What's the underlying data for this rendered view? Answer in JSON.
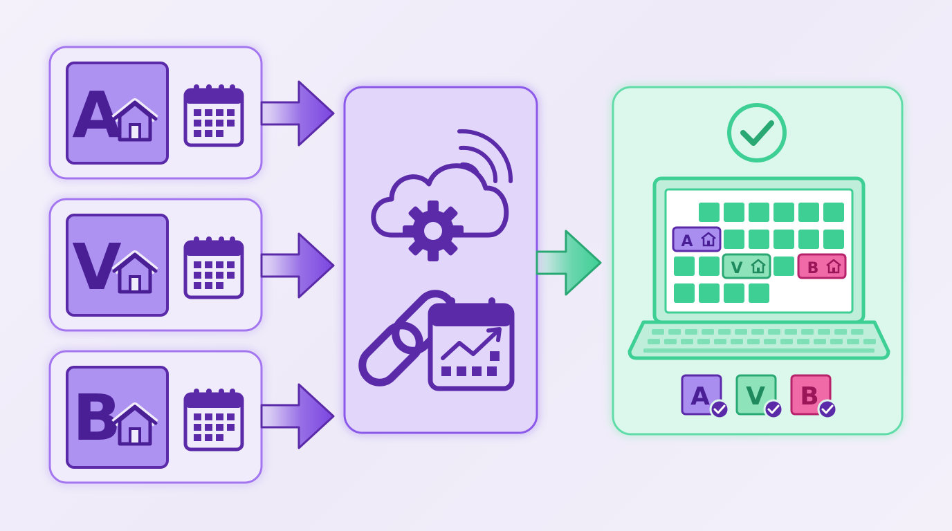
{
  "sources": [
    {
      "letter": "A",
      "icons": [
        "house-icon",
        "calendar-icon"
      ]
    },
    {
      "letter": "V",
      "icons": [
        "house-icon",
        "calendar-icon"
      ]
    },
    {
      "letter": "B",
      "icons": [
        "house-icon",
        "calendar-icon"
      ]
    }
  ],
  "hub": {
    "icons": [
      "cloud-icon",
      "wireless-signal-icon",
      "gear-icon",
      "chain-link-icon",
      "calendar-trend-icon"
    ]
  },
  "result": {
    "icons": [
      "checkmark-circle-icon",
      "laptop-icon"
    ],
    "calendar_bookings": [
      {
        "letter": "A",
        "color": "#a98ef0"
      },
      {
        "letter": "V",
        "color": "#8fe3bb"
      },
      {
        "letter": "B",
        "color": "#f06aa8"
      }
    ],
    "badges": [
      {
        "letter": "A",
        "color": "#a98ef0"
      },
      {
        "letter": "V",
        "color": "#8fe3bb"
      },
      {
        "letter": "B",
        "color": "#f06aa8"
      }
    ]
  },
  "colors": {
    "purple": "#7a45e0",
    "purple_dark": "#5a2aa8",
    "purple_fill": "#e2d7fb",
    "green": "#3ecf95",
    "green_fill": "#dcf7ec",
    "pink": "#e8408e"
  }
}
